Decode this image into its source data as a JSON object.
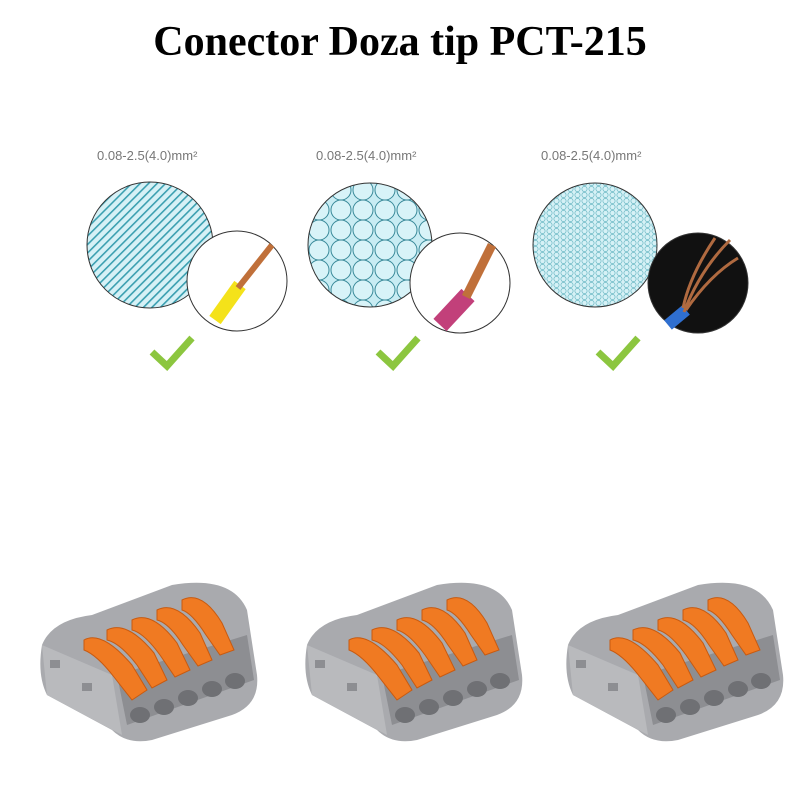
{
  "title": "Conector Doza tip PCT-215",
  "wire_types": [
    {
      "label": "0.08-2.5(4.0)mm²",
      "kind": "solid",
      "insulation_color": "#f4e21a",
      "accepted": true
    },
    {
      "label": "0.08-2.5(4.0)mm²",
      "kind": "stranded",
      "insulation_color": "#c2407a",
      "accepted": true
    },
    {
      "label": "0.08-2.5(4.0)mm²",
      "kind": "fine-stranded",
      "insulation_color": "#2f6fd0",
      "accepted": true
    }
  ],
  "colors": {
    "check": "#8cc63f",
    "housing": "#a8a9ad",
    "lever": "#f07a22",
    "pattern": "#3a9fb0",
    "pattern_bg": "#d6f1f6"
  },
  "connectors": {
    "count": 3,
    "poles": 5
  }
}
